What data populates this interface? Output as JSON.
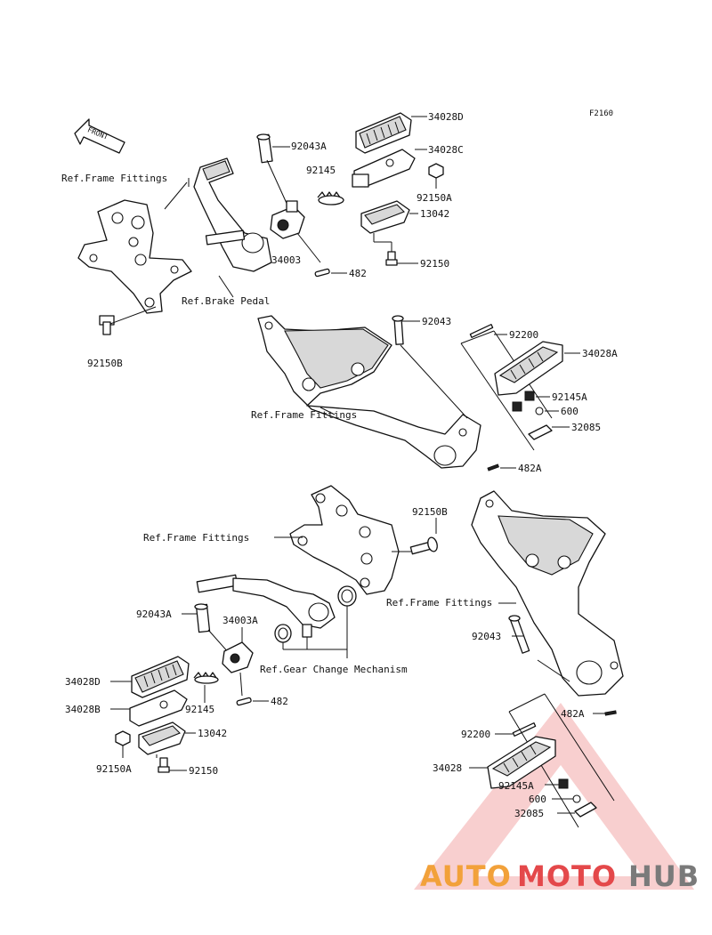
{
  "figure_code": "F2160",
  "front_marker": "FRONT",
  "labels": {
    "p34028D_top": "34028D",
    "p34028C": "34028C",
    "p92150A_top": "92150A",
    "p13042_top": "13042",
    "p92150_top": "92150",
    "p92043A_top": "92043A",
    "p92145_top": "92145",
    "p34003": "34003",
    "p482_top": "482",
    "ref_frame_1": "Ref.Frame Fittings",
    "ref_brake_pedal": "Ref.Brake Pedal",
    "p92150B_left": "92150B",
    "p92043_mid": "92043",
    "p92200_mid": "92200",
    "p34028A": "34028A",
    "p92145A_mid": "92145A",
    "p600_mid": "600",
    "p32085_mid": "32085",
    "p482A_mid": "482A",
    "ref_frame_2": "Ref.Frame Fittings",
    "p92150B_low": "92150B",
    "ref_frame_3": "Ref.Frame Fittings",
    "ref_frame_4": "Ref.Frame Fittings",
    "p92043A_low": "92043A",
    "p34003A": "34003A",
    "ref_gear_change": "Ref.Gear Change Mechanism",
    "p34028D_low": "34028D",
    "p34028B": "34028B",
    "p92145_low": "92145",
    "p482_low": "482",
    "p13042_low": "13042",
    "p92150A_low": "92150A",
    "p92150_low": "92150",
    "p92043_low": "92043",
    "p482A_low": "482A",
    "p92200_low": "92200",
    "p34028_low": "34028",
    "p92145A_low": "92145A",
    "p600_low": "600",
    "p32085_low": "32085"
  },
  "watermark": {
    "part1": "AUTO",
    "part2": "MOTO",
    "part3": "HUB",
    "color1": "#f2a13a",
    "color2": "#e4484a",
    "color3": "#7a7a7a"
  },
  "icons": [
    "front-arrow-icon"
  ]
}
